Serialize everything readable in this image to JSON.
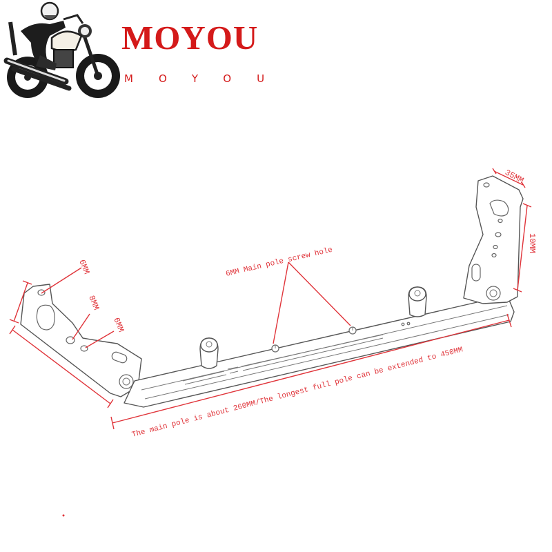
{
  "brand": {
    "name": "MOYOU",
    "subtitle": "MOYOU",
    "color": "#d41a1a",
    "logo_icon": "motorcycle-rider-icon"
  },
  "diagram": {
    "subject": "handlebar crossbar mount with side brackets (line drawing)",
    "annotation_color": "#e0343a",
    "labels": {
      "left_top_hole": "6MM",
      "left_mid_hole": "8MM",
      "left_low_hole": "6MM",
      "right_width": "35MM",
      "right_height": "10MM",
      "main_pole_holes": "6MM Main pole screw hole",
      "length_note": "The main pole is about 260MM/The longest full pole can be extended to 450MM"
    }
  }
}
